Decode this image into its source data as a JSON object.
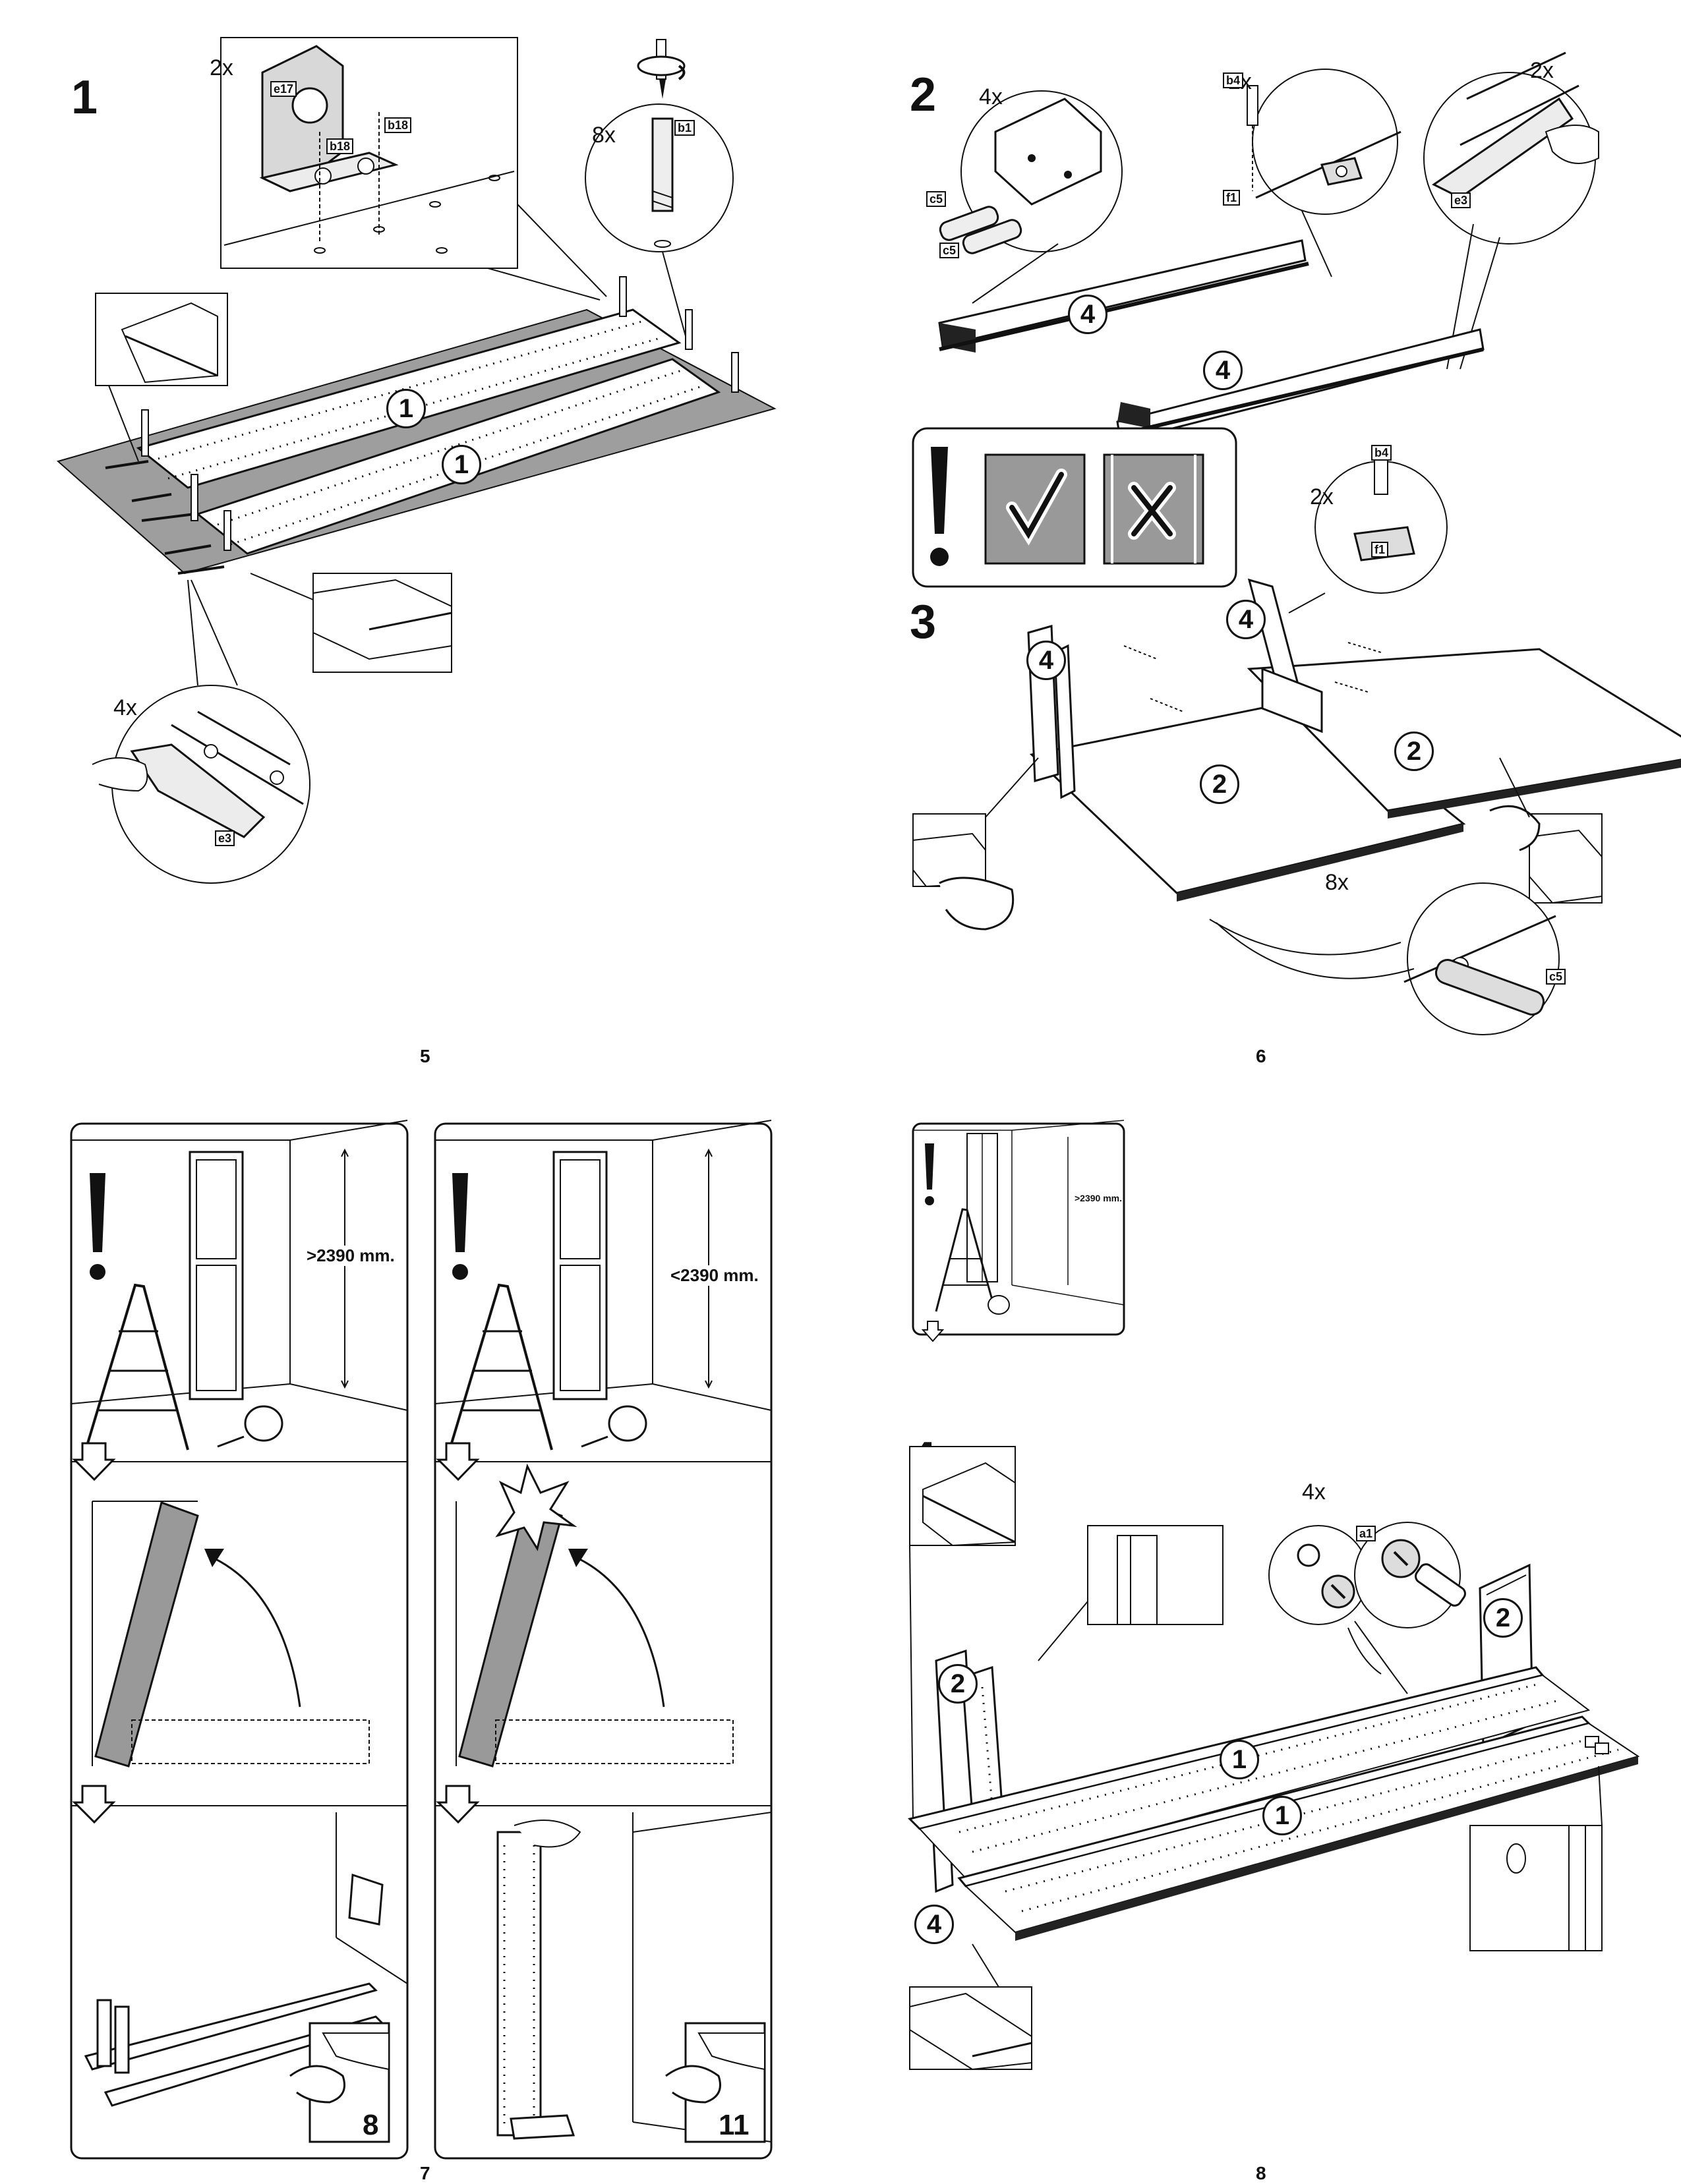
{
  "pages": {
    "p5": {
      "number": "5"
    },
    "p6": {
      "number": "6"
    },
    "p7": {
      "number": "7"
    },
    "p8": {
      "number": "8"
    }
  },
  "step1": {
    "number": "1",
    "detail_bracket": {
      "qty": "2x",
      "parts": [
        "e17",
        "b18",
        "b18"
      ]
    },
    "detail_dowel": {
      "qty": "8x",
      "part": "b1"
    },
    "detail_clip": {
      "qty": "4x",
      "part": "e3"
    },
    "panels": [
      "1",
      "1"
    ]
  },
  "step2": {
    "number": "2",
    "detail_dowels": {
      "qty": "4x",
      "parts": [
        "c5",
        "c5"
      ]
    },
    "detail_bracket": {
      "qty": "2x",
      "parts": [
        "b4",
        "f1"
      ]
    },
    "detail_clip": {
      "qty": "2x",
      "part": "e3"
    },
    "panels": [
      "4",
      "4"
    ]
  },
  "warning_icon": {
    "ok_icon": "check-icon",
    "bad_icon": "cross-icon"
  },
  "step3": {
    "number": "3",
    "detail_screw": {
      "qty": "2x",
      "parts": [
        "b4",
        "f1"
      ]
    },
    "detail_dowel": {
      "qty": "8x",
      "part": "c5"
    },
    "panels": [
      "4",
      "4",
      "2",
      "2"
    ]
  },
  "page7": {
    "left_height": ">2390 mm.",
    "right_height": "<2390 mm.",
    "left_ref": "8",
    "right_ref": "11"
  },
  "page8_note": {
    "height": ">2390 mm."
  },
  "step4": {
    "number": "4",
    "detail_cam": {
      "qty": "4x",
      "part": "a1"
    },
    "panels": [
      "2",
      "2",
      "1",
      "1",
      "4"
    ]
  }
}
